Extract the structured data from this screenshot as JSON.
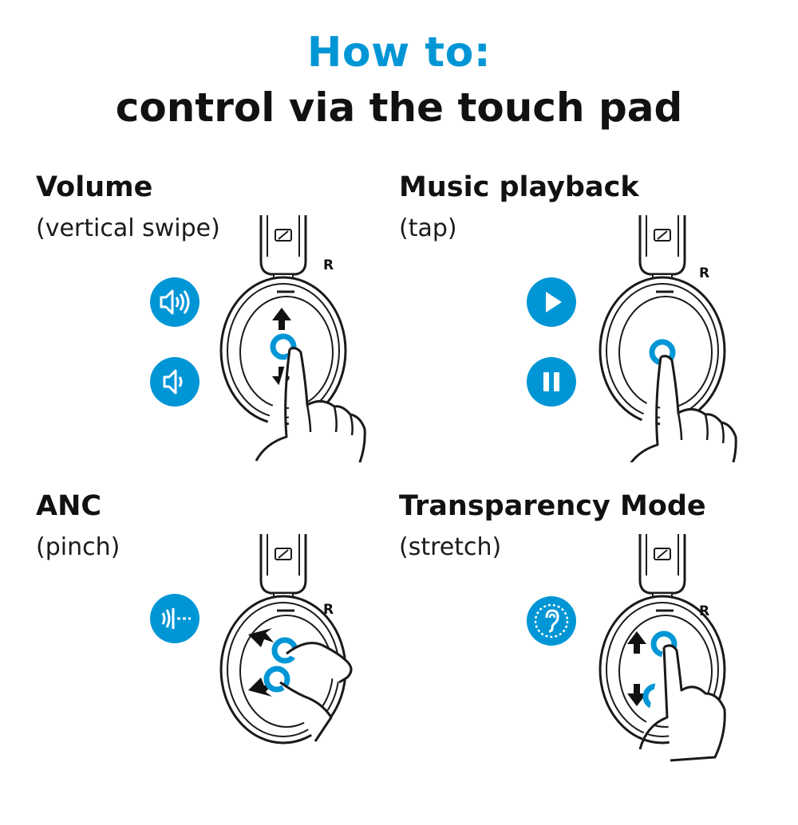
{
  "header": {
    "title": "How to:",
    "subtitle": "control via the touch pad"
  },
  "panels": [
    {
      "heading": "Volume",
      "gesture": "(vertical swipe)",
      "side": "R",
      "icons": [
        "volume-up-icon",
        "volume-down-icon"
      ]
    },
    {
      "heading": "Music playback",
      "gesture": "(tap)",
      "side": "R",
      "icons": [
        "play-icon",
        "pause-icon"
      ]
    },
    {
      "heading": "ANC",
      "gesture": "(pinch)",
      "side": "R",
      "icons": [
        "anc-icon"
      ]
    },
    {
      "heading": "Transparency Mode",
      "gesture": "(stretch)",
      "side": "R",
      "icons": [
        "ear-transparency-icon"
      ]
    }
  ],
  "colors": {
    "accent": "#0096d6",
    "text": "#111111",
    "background": "#ffffff"
  }
}
